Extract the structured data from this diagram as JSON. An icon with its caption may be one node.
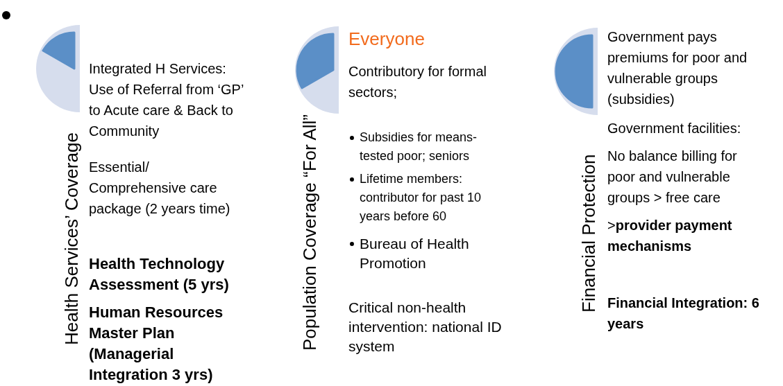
{
  "diagram": {
    "labels": [
      "Health Services’ Coverage",
      "Integrated H Services: Use of Referral from ‘GP’ to Acute care & Back to Community",
      "Essential/ Comprehensive care package (2 years time)",
      "Health Technology Assessment (5 yrs)",
      "Human Resources Master Plan (Managerial Integration 3 yrs)",
      "Population Coverage “For All”",
      "Everyone",
      "Contributory for formal sectors;",
      "Subsidies for means-tested poor; seniors",
      "Lifetime members: contributor for past 10 years before 60",
      "Bureau of Health Promotion",
      "Critical non-health intervention: national ID system",
      "Financial Protection",
      "Government pays premiums for poor and vulnerable groups (subsidies)",
      "Government facilities:",
      "No balance billing for poor and vulnerable groups > free care",
      ">**provider payment mechanisms**",
      "Financial Integration: 6 years"
    ]
  }
}
